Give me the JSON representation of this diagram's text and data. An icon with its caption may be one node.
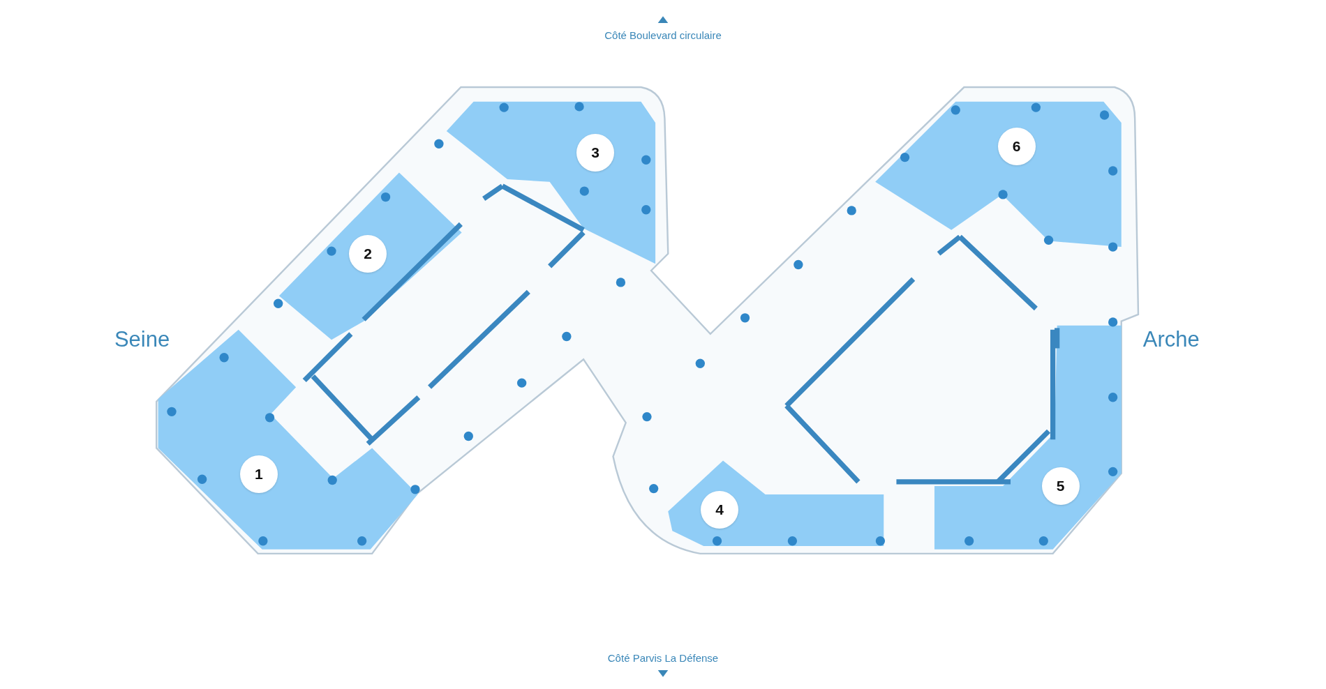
{
  "diagram": {
    "nodes": [
      {
        "text": [
          "1"
        ]
      },
      {
        "text": [
          "2"
        ]
      },
      {
        "text": [
          "3"
        ]
      },
      {
        "text": [
          "4"
        ]
      },
      {
        "text": [
          "5"
        ]
      },
      {
        "text": [
          "6"
        ]
      }
    ],
    "labels": [
      "Côté Boulevard circulaire",
      "Seine",
      "Arche",
      "Côté Parvis La Défense"
    ]
  }
}
